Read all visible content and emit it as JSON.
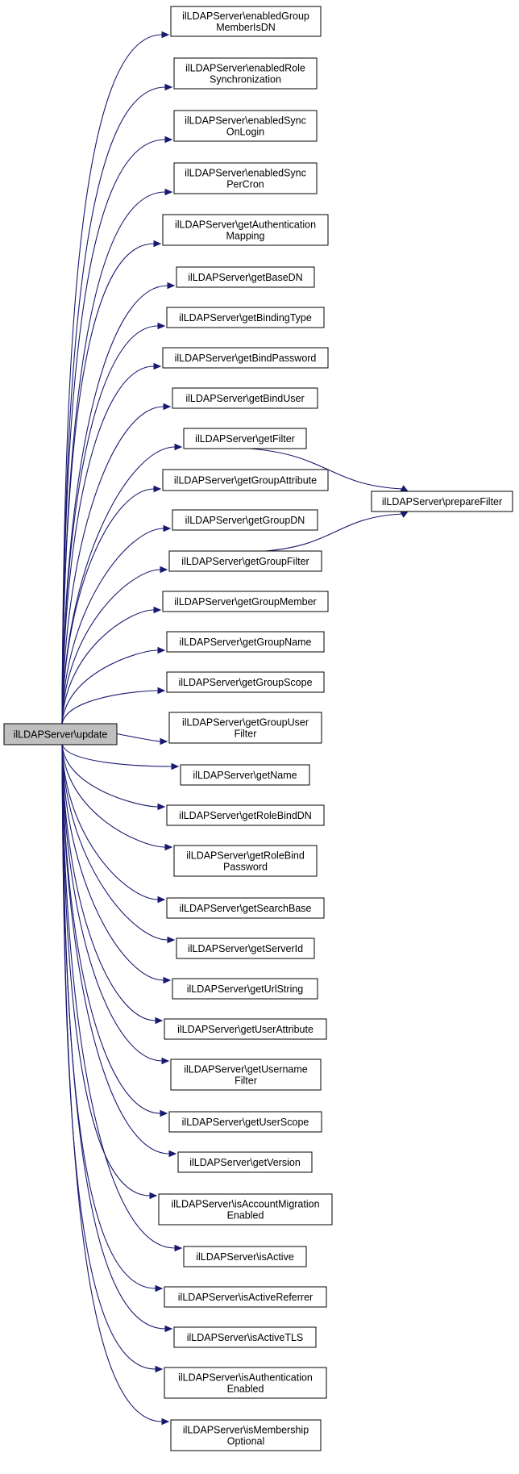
{
  "graph": {
    "root": {
      "id": "update",
      "lines": [
        "ilLDAPServer\\update"
      ]
    },
    "callees": [
      {
        "id": "enabledGroupMemberIsDN",
        "lines": [
          "ilLDAPServer\\enabledGroup",
          "MemberIsDN"
        ]
      },
      {
        "id": "enabledRoleSynchronization",
        "lines": [
          "ilLDAPServer\\enabledRole",
          "Synchronization"
        ]
      },
      {
        "id": "enabledSyncOnLogin",
        "lines": [
          "ilLDAPServer\\enabledSync",
          "OnLogin"
        ]
      },
      {
        "id": "enabledSyncPerCron",
        "lines": [
          "ilLDAPServer\\enabledSync",
          "PerCron"
        ]
      },
      {
        "id": "getAuthenticationMapping",
        "lines": [
          "ilLDAPServer\\getAuthentication",
          "Mapping"
        ]
      },
      {
        "id": "getBaseDN",
        "lines": [
          "ilLDAPServer\\getBaseDN"
        ]
      },
      {
        "id": "getBindingType",
        "lines": [
          "ilLDAPServer\\getBindingType"
        ]
      },
      {
        "id": "getBindPassword",
        "lines": [
          "ilLDAPServer\\getBindPassword"
        ]
      },
      {
        "id": "getBindUser",
        "lines": [
          "ilLDAPServer\\getBindUser"
        ]
      },
      {
        "id": "getFilter",
        "lines": [
          "ilLDAPServer\\getFilter"
        ]
      },
      {
        "id": "getGroupAttribute",
        "lines": [
          "ilLDAPServer\\getGroupAttribute"
        ]
      },
      {
        "id": "getGroupDN",
        "lines": [
          "ilLDAPServer\\getGroupDN"
        ]
      },
      {
        "id": "getGroupFilter",
        "lines": [
          "ilLDAPServer\\getGroupFilter"
        ]
      },
      {
        "id": "getGroupMember",
        "lines": [
          "ilLDAPServer\\getGroupMember"
        ]
      },
      {
        "id": "getGroupName",
        "lines": [
          "ilLDAPServer\\getGroupName"
        ]
      },
      {
        "id": "getGroupScope",
        "lines": [
          "ilLDAPServer\\getGroupScope"
        ]
      },
      {
        "id": "getGroupUserFilter",
        "lines": [
          "ilLDAPServer\\getGroupUser",
          "Filter"
        ]
      },
      {
        "id": "getName",
        "lines": [
          "ilLDAPServer\\getName"
        ]
      },
      {
        "id": "getRoleBindDN",
        "lines": [
          "ilLDAPServer\\getRoleBindDN"
        ]
      },
      {
        "id": "getRoleBindPassword",
        "lines": [
          "ilLDAPServer\\getRoleBind",
          "Password"
        ]
      },
      {
        "id": "getSearchBase",
        "lines": [
          "ilLDAPServer\\getSearchBase"
        ]
      },
      {
        "id": "getServerId",
        "lines": [
          "ilLDAPServer\\getServerId"
        ]
      },
      {
        "id": "getUrlString",
        "lines": [
          "ilLDAPServer\\getUrlString"
        ]
      },
      {
        "id": "getUserAttribute",
        "lines": [
          "ilLDAPServer\\getUserAttribute"
        ]
      },
      {
        "id": "getUsernameFilter",
        "lines": [
          "ilLDAPServer\\getUsername",
          "Filter"
        ]
      },
      {
        "id": "getUserScope",
        "lines": [
          "ilLDAPServer\\getUserScope"
        ]
      },
      {
        "id": "getVersion",
        "lines": [
          "ilLDAPServer\\getVersion"
        ]
      },
      {
        "id": "isAccountMigrationEnabled",
        "lines": [
          "ilLDAPServer\\isAccountMigration",
          "Enabled"
        ]
      },
      {
        "id": "isActive",
        "lines": [
          "ilLDAPServer\\isActive"
        ]
      },
      {
        "id": "isActiveReferrer",
        "lines": [
          "ilLDAPServer\\isActiveReferrer"
        ]
      },
      {
        "id": "isActiveTLS",
        "lines": [
          "ilLDAPServer\\isActiveTLS"
        ]
      },
      {
        "id": "isAuthenticationEnabled",
        "lines": [
          "ilLDAPServer\\isAuthentication",
          "Enabled"
        ]
      },
      {
        "id": "isMembershipOptional",
        "lines": [
          "ilLDAPServer\\isMembership",
          "Optional"
        ]
      }
    ],
    "secondary": [
      {
        "id": "prepareFilter",
        "lines": [
          "ilLDAPServer\\prepareFilter"
        ]
      }
    ],
    "edges": [
      [
        "update",
        "enabledGroupMemberIsDN"
      ],
      [
        "update",
        "enabledRoleSynchronization"
      ],
      [
        "update",
        "enabledSyncOnLogin"
      ],
      [
        "update",
        "enabledSyncPerCron"
      ],
      [
        "update",
        "getAuthenticationMapping"
      ],
      [
        "update",
        "getBaseDN"
      ],
      [
        "update",
        "getBindingType"
      ],
      [
        "update",
        "getBindPassword"
      ],
      [
        "update",
        "getBindUser"
      ],
      [
        "update",
        "getFilter"
      ],
      [
        "update",
        "getGroupAttribute"
      ],
      [
        "update",
        "getGroupDN"
      ],
      [
        "update",
        "getGroupFilter"
      ],
      [
        "update",
        "getGroupMember"
      ],
      [
        "update",
        "getGroupName"
      ],
      [
        "update",
        "getGroupScope"
      ],
      [
        "update",
        "getGroupUserFilter"
      ],
      [
        "update",
        "getName"
      ],
      [
        "update",
        "getRoleBindDN"
      ],
      [
        "update",
        "getRoleBindPassword"
      ],
      [
        "update",
        "getSearchBase"
      ],
      [
        "update",
        "getServerId"
      ],
      [
        "update",
        "getUrlString"
      ],
      [
        "update",
        "getUserAttribute"
      ],
      [
        "update",
        "getUsernameFilter"
      ],
      [
        "update",
        "getUserScope"
      ],
      [
        "update",
        "getVersion"
      ],
      [
        "update",
        "isAccountMigrationEnabled"
      ],
      [
        "update",
        "isActive"
      ],
      [
        "update",
        "isActiveReferrer"
      ],
      [
        "update",
        "isActiveTLS"
      ],
      [
        "update",
        "isAuthenticationEnabled"
      ],
      [
        "update",
        "isMembershipOptional"
      ],
      [
        "getFilter",
        "prepareFilter"
      ],
      [
        "getGroupFilter",
        "prepareFilter"
      ]
    ],
    "colors": {
      "edge": "#191970",
      "root_fill": "#bfbfbf",
      "node_fill": "#ffffff",
      "node_border": "#000000"
    }
  }
}
